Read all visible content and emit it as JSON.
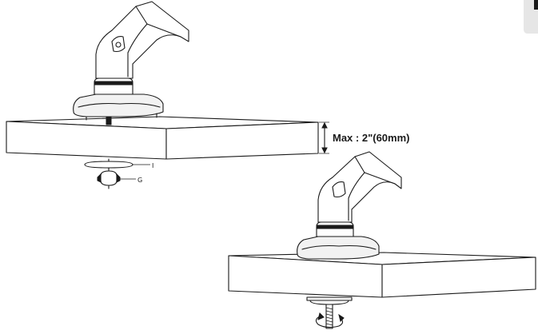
{
  "annotations": {
    "max_thickness": "Max : 2\"(60mm)",
    "part_g": "G",
    "part_i": "I"
  },
  "figure": {
    "panels": [
      "clamp-parts-exploded",
      "clamp-tightening"
    ]
  },
  "colors": {
    "line": "#1a1a1a",
    "background": "#ffffff",
    "corner_tab": "#e6e6e6"
  }
}
